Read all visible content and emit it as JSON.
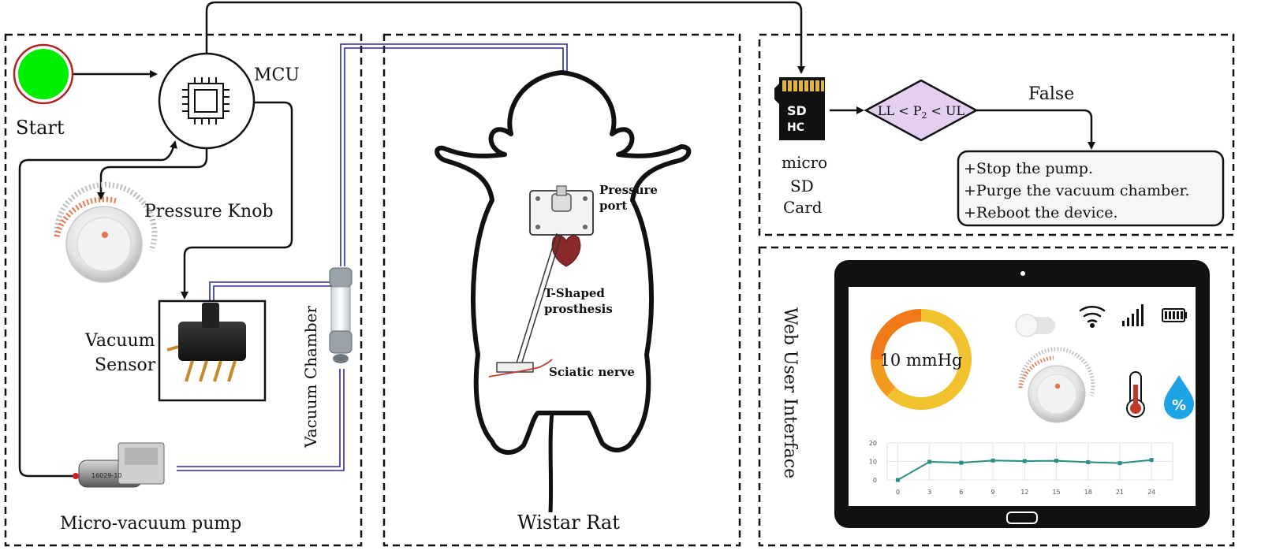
{
  "labels": {
    "start": "Start",
    "mcu": "MCU",
    "pressure_knob": "Pressure Knob",
    "vacuum_sensor_line1": "Vacuum",
    "vacuum_sensor_line2": "Sensor",
    "vacuum_chamber": "Vacuum Chamber",
    "micro_vacuum_pump": "Micro-vacuum pump",
    "pump_marking": "16029-10",
    "wistar_rat": "Wistar Rat",
    "pressure_port_line1": "Pressure",
    "pressure_port_line2": "port",
    "prosthesis_line1": "T-Shaped",
    "prosthesis_line2": "prosthesis",
    "sciatic_nerve": "Sciatic nerve",
    "sd_line1": "micro",
    "sd_line2": "SD",
    "sd_line3": "Card",
    "sd_logo_top": "SD",
    "sd_logo_bottom": "HC",
    "condition_left": "LL < P",
    "condition_sub": "2",
    "condition_right": " < UL",
    "false_label": "False",
    "web_ui": "Web User Interface"
  },
  "actions": [
    "+Stop the pump.",
    "+Purge the vacuum chamber.",
    "+Reboot the device."
  ],
  "tablet": {
    "gauge_label": "10 mmHg",
    "gauge_value_mmHg": 10
  },
  "colors": {
    "start_green": "#00ee00",
    "start_ring": "#b22222",
    "tube_blue": "#2b2b9a",
    "condition_fill": "#e3d0f0",
    "gauge_orange": "#f07a1a",
    "gauge_yellow": "#f2c12e",
    "line_teal": "#2a8f86",
    "drop_blue": "#1ea3e6",
    "thermo_red": "#c0392b"
  },
  "chart_data": {
    "type": "line",
    "x": [
      0,
      3,
      6,
      9,
      12,
      15,
      18,
      21,
      24
    ],
    "y": [
      0,
      9.8,
      9.3,
      10.5,
      10.2,
      10.4,
      9.6,
      9.1,
      10.8
    ],
    "x_ticks": [
      "0",
      "3",
      "6",
      "9",
      "12",
      "15",
      "18",
      "21",
      "24"
    ],
    "y_ticks": [
      "0",
      "10",
      "20"
    ],
    "xlim": [
      -1,
      26
    ],
    "ylim": [
      0,
      20
    ],
    "grid": true
  }
}
